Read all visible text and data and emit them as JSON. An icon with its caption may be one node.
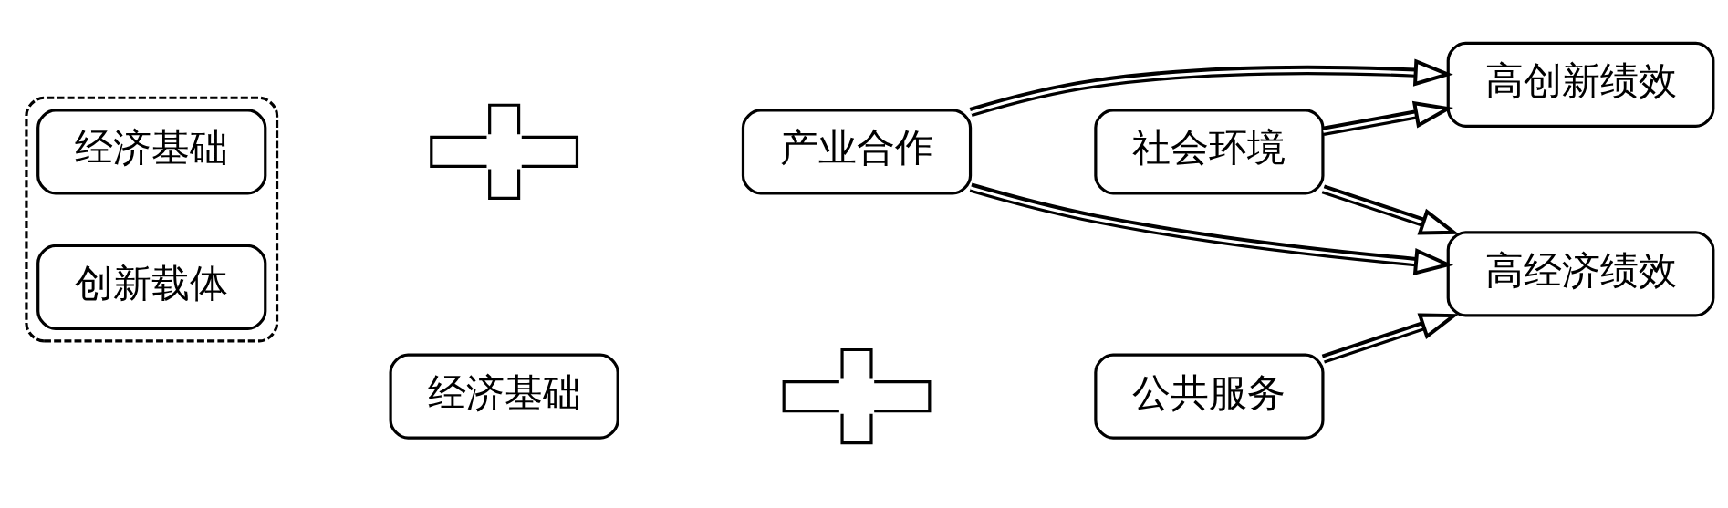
{
  "diagram": {
    "nodes": [
      {
        "text": [],
        "shape": "box"
      },
      {
        "text": [
          "经济基础"
        ],
        "in": 0
      },
      {
        "text": [
          "创新载体"
        ],
        "in": 0
      },
      {
        "text": [],
        "shape": "cross"
      },
      {
        "text": [
          "产业合作"
        ]
      },
      {
        "text": [
          "社会环境"
        ]
      },
      {
        "text": [
          "经济基础"
        ]
      },
      {
        "text": [],
        "shape": "cross"
      },
      {
        "text": [
          "公共服务"
        ]
      },
      {
        "text": [
          "高创新绩效"
        ]
      },
      {
        "text": [
          "高经济绩效"
        ]
      }
    ],
    "edges": [
      {
        "from": 4,
        "to": 9,
        "arrow": "to"
      },
      {
        "from": 4,
        "to": 10,
        "arrow": "to"
      },
      {
        "from": 5,
        "to": 9,
        "arrow": "to"
      },
      {
        "from": 5,
        "to": 10,
        "arrow": "to"
      },
      {
        "from": 8,
        "to": 10,
        "arrow": "to"
      }
    ]
  }
}
